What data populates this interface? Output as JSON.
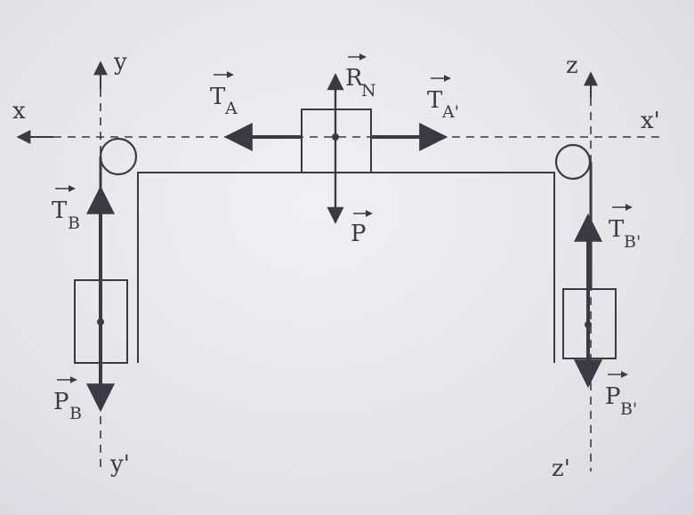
{
  "labels": {
    "x": "x",
    "x_prime": "x'",
    "y": "y",
    "y_prime": "y'",
    "z": "z",
    "z_prime": "z'",
    "ta": {
      "base": "T",
      "sub": "A"
    },
    "ta_prime": {
      "base": "T",
      "sub": "A'"
    },
    "rn": {
      "base": "R",
      "sub": "N"
    },
    "p": {
      "base": "P",
      "sub": ""
    },
    "tb": {
      "base": "T",
      "sub": "B"
    },
    "pb": {
      "base": "P",
      "sub": "B"
    },
    "tb_prime": {
      "base": "T",
      "sub": "B'"
    },
    "pb_prime": {
      "base": "P",
      "sub": "B'"
    }
  },
  "colors": {
    "ink": "#3a3a42",
    "paper": "#e6e6ec"
  }
}
